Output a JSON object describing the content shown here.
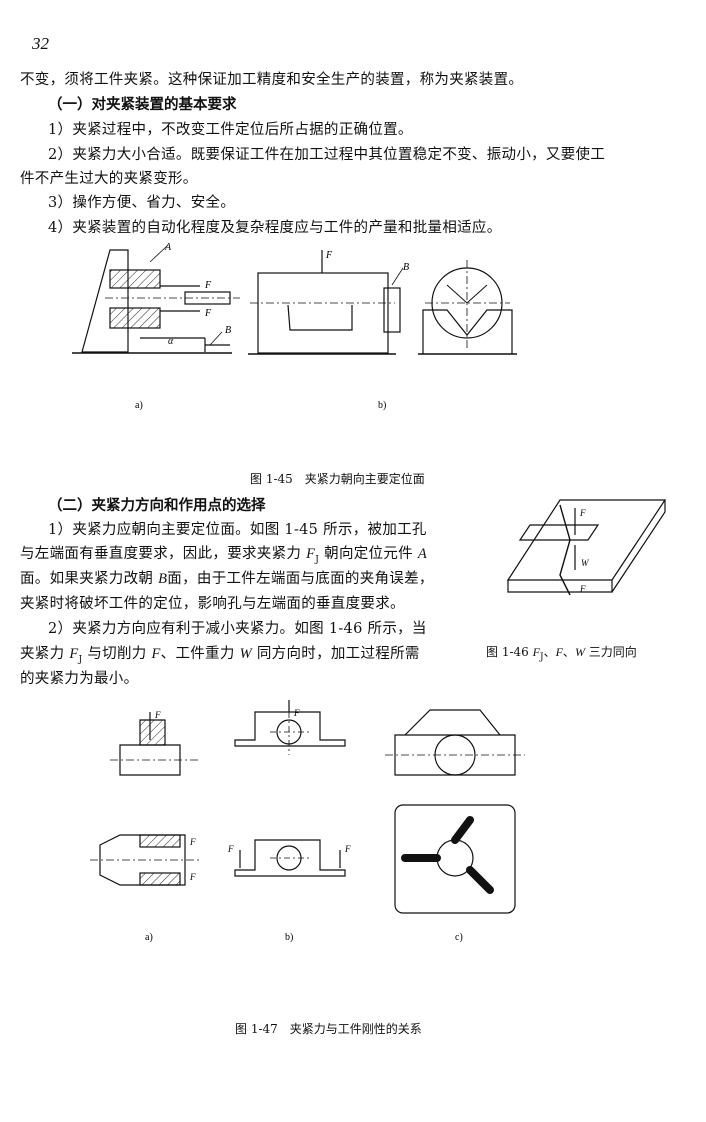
{
  "page_number": "32",
  "paragraphs": {
    "p0": "不变，须将工件夹紧。这种保证加工精度和安全生产的装置，称为夹紧装置。",
    "h1": "（一）对夹紧装置的基本要求",
    "r1": "1）夹紧过程中，不改变工件定位后所占据的正确位置。",
    "r2a": "2）夹紧力大小合适。既要保证工件在加工过程中其位置稳定不变、振动小，又要使工",
    "r2b": "件不产生过大的夹紧变形。",
    "r3": "3）操作方便、省力、安全。",
    "r4": "4）夹紧装置的自动化程度及复杂程度应与工件的产量和批量相适应。",
    "h2": "（二）夹紧力方向和作用点的选择",
    "s1a": "1）夹紧力应朝向主要定位面。如图 1-45 所示，被加工孔",
    "s1b": "与左端面有垂直度要求，因此，要求夹紧力",
    "s1b2": "朝向定位元件",
    "s1c": "面。如果夹紧力改朝",
    "s1c2": "面，由于工件左端面与底面的夹角误差，",
    "s1d": "夹紧时将破坏工件的定位，影响孔与左端面的垂直度要求。",
    "s2a": "2）夹紧力方向应有利于减小夹紧力。如图 1-46 所示，当",
    "s2b1": "夹紧力",
    "s2b2": "与切削力",
    "s2b3": "、工件重力",
    "s2b4": "同方向时，加工过程所需",
    "s2c": "的夹紧力为最小。"
  },
  "symbols": {
    "F": "F",
    "J": "J",
    "A": "A",
    "B": "B",
    "W": "W",
    "alpha": "α",
    "sep": "、"
  },
  "figures": {
    "fig45": {
      "caption": "图 1-45　夹紧力朝向主要定位面",
      "label_a": "a)",
      "label_b": "b)"
    },
    "fig46": {
      "caption_prefix": "图 1-46",
      "caption_suffix": "三力同向"
    },
    "fig47": {
      "caption": "图 1-47　夹紧力与工件刚性的关系",
      "label_a": "a)",
      "label_b": "b)",
      "label_c": "c)"
    }
  },
  "colors": {
    "ink": "#111111",
    "paper": "#ffffff"
  }
}
